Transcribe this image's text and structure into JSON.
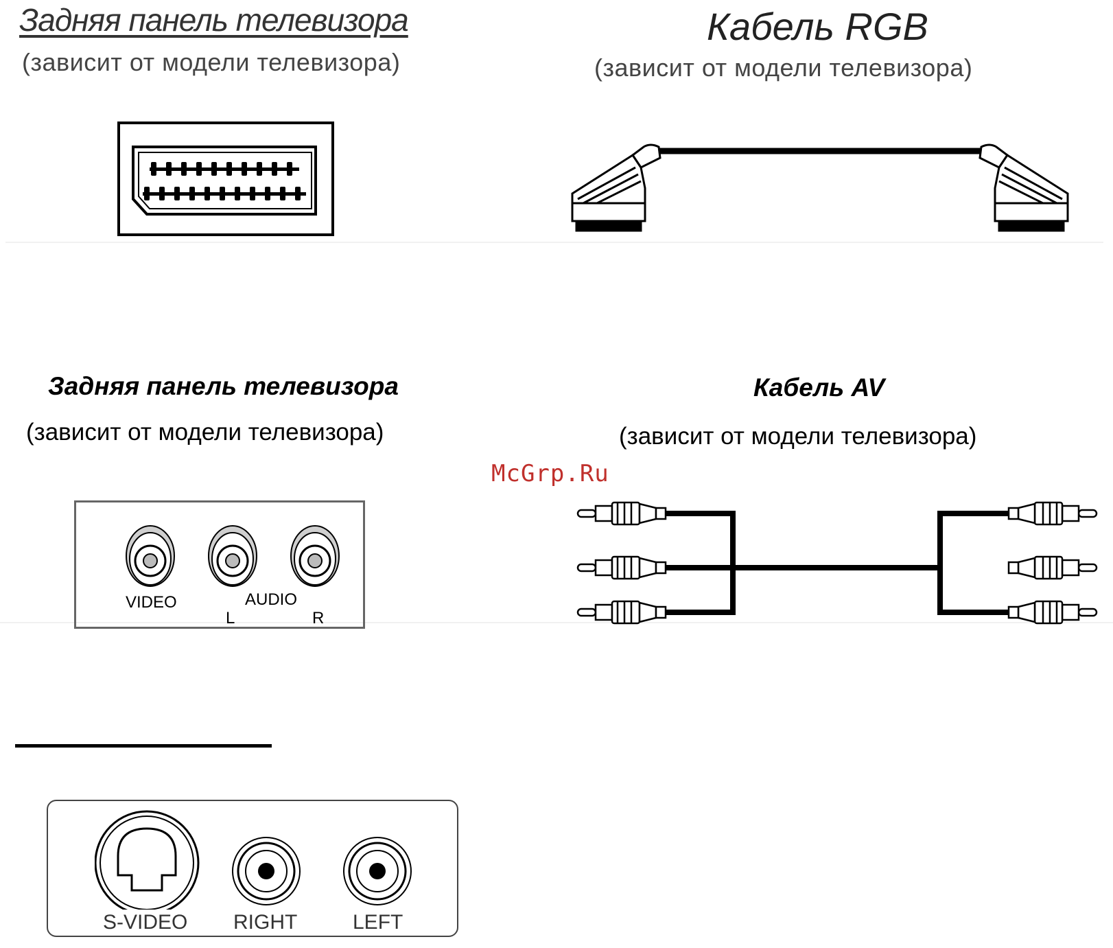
{
  "top_left": {
    "title": "Задняя панель телевизора",
    "subtitle": "(зависит от модели телевизора)"
  },
  "top_right": {
    "title": "Кабель RGB",
    "subtitle": "(зависит от модели телевизора)"
  },
  "middle_left": {
    "title": "Задняя панель телевизора",
    "subtitle": "(зависит от модели телевизора)",
    "ports": {
      "video": "VIDEO",
      "audio": "AUDIO",
      "left": "L",
      "right": "R"
    }
  },
  "middle_right": {
    "title": "Кабель AV",
    "subtitle": "(зависит от модели телевизора)"
  },
  "watermark": "McGrp.Ru",
  "bottom_panel": {
    "labels": {
      "svideo": "S-VIDEO",
      "right": "RIGHT",
      "left": "LEFT"
    }
  },
  "icons": [
    "scart-connector-icon",
    "scart-cable-icon",
    "rca-jack-icon",
    "rca-cable-icon",
    "s-video-jack-icon"
  ]
}
